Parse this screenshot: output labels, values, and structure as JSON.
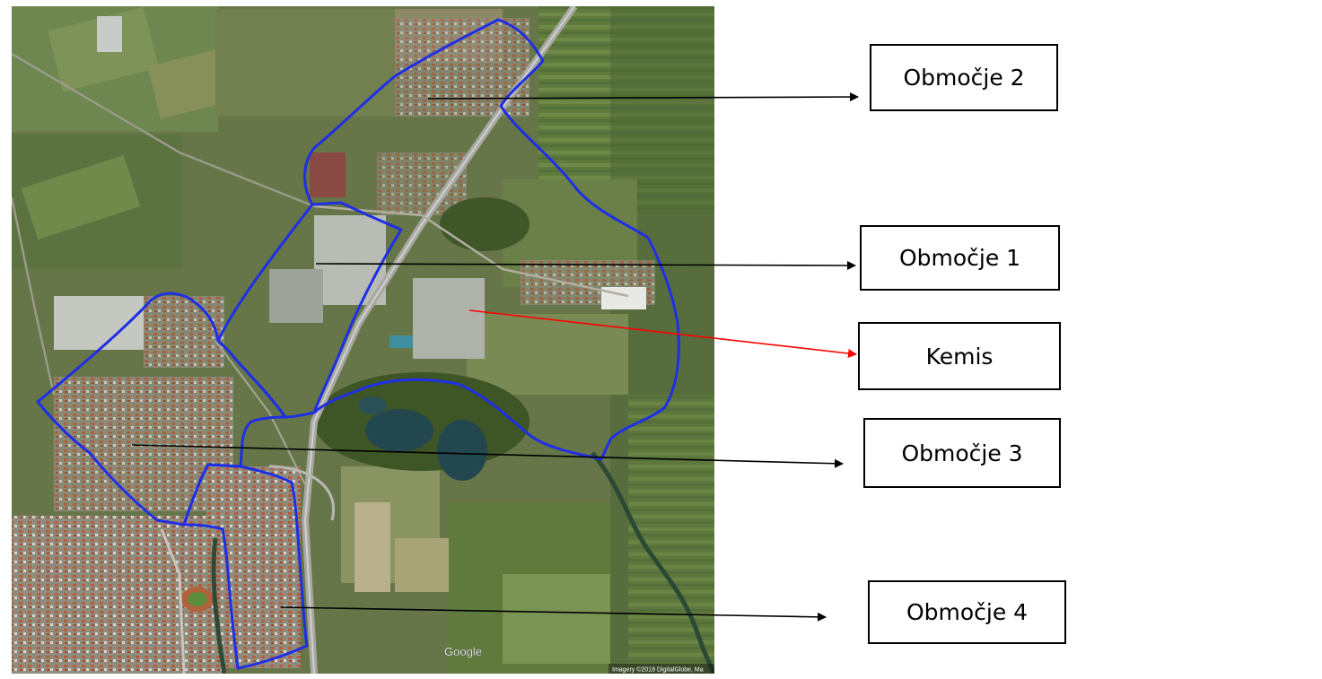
{
  "map": {
    "type": "satellite",
    "provider_logo": "Google",
    "attribution": "Imagery ©2018 DigitalGlobe, Ma",
    "boundary_color": "#1e2fe6"
  },
  "areas": [
    {
      "id": "obmocje-2",
      "label": "Območje 2",
      "arrow_color": "#000000"
    },
    {
      "id": "obmocje-1",
      "label": "Območje 1",
      "arrow_color": "#000000"
    },
    {
      "id": "kemis",
      "label": "Kemis",
      "arrow_color": "#ff0000"
    },
    {
      "id": "obmocje-3",
      "label": "Območje 3",
      "arrow_color": "#000000"
    },
    {
      "id": "obmocje-4",
      "label": "Območje 4",
      "arrow_color": "#000000"
    }
  ]
}
